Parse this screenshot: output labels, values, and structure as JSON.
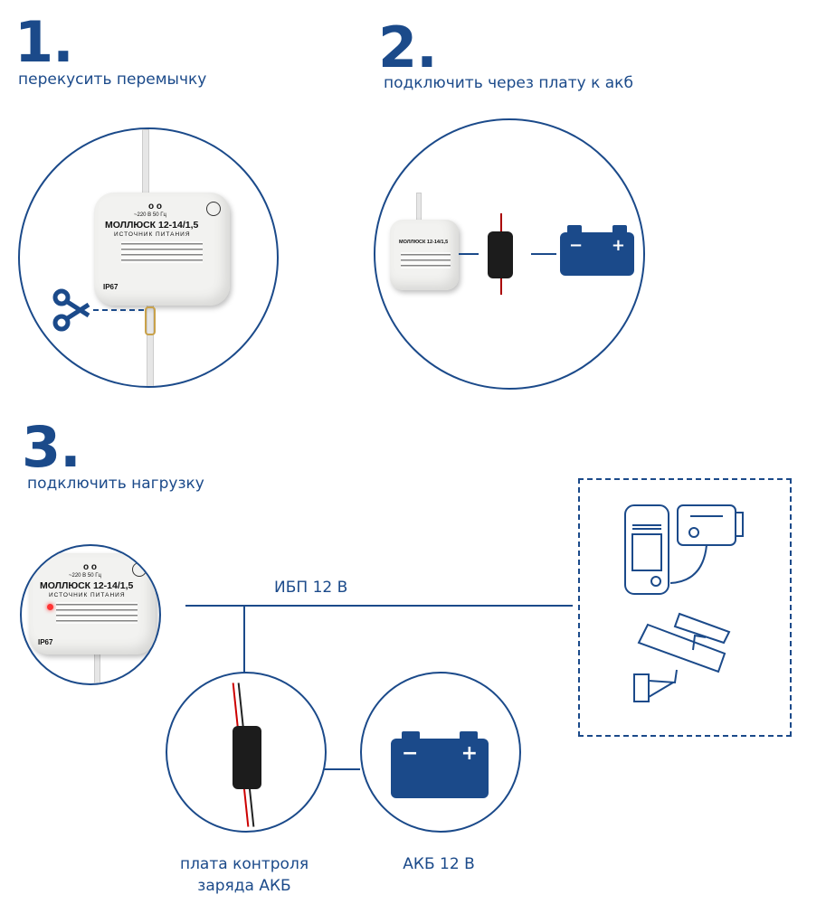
{
  "step1": {
    "number": "1.",
    "caption": "перекусить перемычку"
  },
  "step2": {
    "number": "2.",
    "caption": "подключить через плату к акб"
  },
  "step3": {
    "number": "3.",
    "caption": "подключить нагрузку",
    "line_label": "ИБП 12 В",
    "board_label_line1": "плата контроля",
    "board_label_line2": "заряда АКБ",
    "battery_label": "АКБ 12 В"
  },
  "device": {
    "voltage": "~220 В 50 Гц",
    "model": "МОЛЛЮСК 12-14/1,5",
    "subtitle": "ИСТОЧНИК ПИТАНИЯ",
    "rating": "IP67",
    "holes": "o o"
  },
  "battery": {
    "minus": "−",
    "plus": "+"
  },
  "colors": {
    "accent": "#1b4a8a"
  }
}
